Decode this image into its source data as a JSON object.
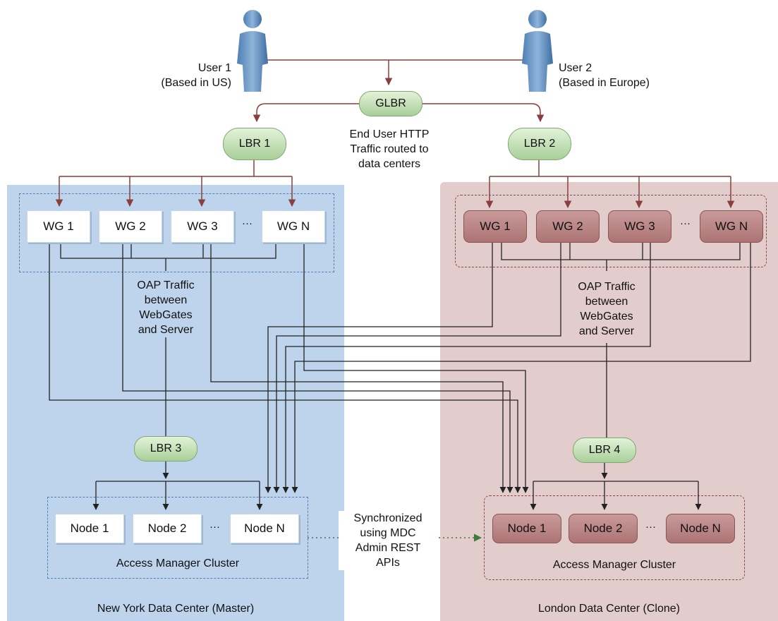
{
  "users": {
    "user1": {
      "name": "User 1",
      "location": "(Based in US)"
    },
    "user2": {
      "name": "User 2",
      "location": "(Based in Europe)"
    }
  },
  "glbr": "GLBR",
  "glbr_note": [
    "End User HTTP",
    "Traffic routed to",
    "data centers"
  ],
  "new_york": {
    "lbr_top": "LBR 1",
    "lbr_bottom": "LBR 3",
    "webgates": [
      "WG 1",
      "WG 2",
      "WG 3",
      "WG N"
    ],
    "ellipsis": "···",
    "oap_note": [
      "OAP Traffic",
      "between",
      "WebGates",
      "and Server"
    ],
    "nodes": [
      "Node 1",
      "Node 2",
      "Node N"
    ],
    "cluster_label": "Access Manager Cluster",
    "dc_label": "New York Data Center (Master)"
  },
  "london": {
    "lbr_top": "LBR 2",
    "lbr_bottom": "LBR 4",
    "webgates": [
      "WG 1",
      "WG 2",
      "WG 3",
      "WG N"
    ],
    "ellipsis": "···",
    "oap_note": [
      "OAP Traffic",
      "between",
      "WebGates",
      "and Server"
    ],
    "nodes": [
      "Node 1",
      "Node 2",
      "Node N"
    ],
    "cluster_label": "Access Manager Cluster",
    "dc_label": "London Data Center (Clone)"
  },
  "sync_note": [
    "Synchronized",
    "using MDC",
    "Admin REST",
    "APIs"
  ],
  "colors": {
    "ny_background": "#bdd4ec",
    "london_background": "#e3cccc",
    "load_balancer_fill": "#bfe1ae",
    "london_box_fill": "#b98484",
    "http_arrow": "#8a3f3f",
    "oap_line": "#222222",
    "sync_arrow": "#3d7a3d"
  }
}
